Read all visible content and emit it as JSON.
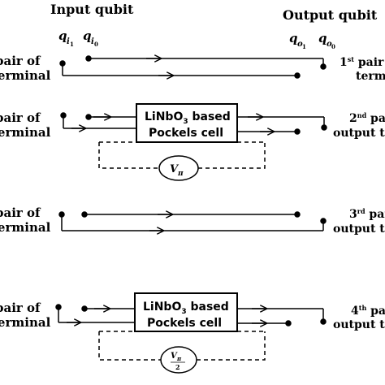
{
  "header": {
    "input_title": "Input qubit",
    "output_title": "Output qubit"
  },
  "labels": {
    "q": "q",
    "i1_base": "i",
    "i1_sub": "1",
    "i0_base": "i",
    "i0_sub": "0",
    "o1_base": "o",
    "o1_sub": "1",
    "o0_base": "o",
    "o0_sub": "0"
  },
  "left_labels": [
    {
      "line1": "pair of",
      "line2": "terminal"
    },
    {
      "line1": "pair of",
      "line2": "terminal"
    },
    {
      "line1": "pair of",
      "line2": "terminal"
    },
    {
      "line1": "pair of",
      "line2": "terminal"
    }
  ],
  "right_labels": [
    {
      "num": "1",
      "sup": "st",
      "line1": " pair of",
      "line2": "termi"
    },
    {
      "num": "2",
      "sup": "nd",
      "line1": " pa",
      "line2": "output te"
    },
    {
      "num": "3",
      "sup": "rd",
      "line1": " pai",
      "line2": "output te"
    },
    {
      "num": "4",
      "sup": "th",
      "line1": " pai",
      "line2": "output te"
    }
  ],
  "pockels_box": {
    "line1_a": "LiNbO",
    "line1_sub": "3",
    "line1_b": " based",
    "line2": "Pockels cell"
  },
  "voltages": {
    "v_pi_base": "V",
    "v_pi_sub": "π",
    "v_half_base": "V",
    "v_half_num": "π",
    "v_half_den": "2"
  }
}
